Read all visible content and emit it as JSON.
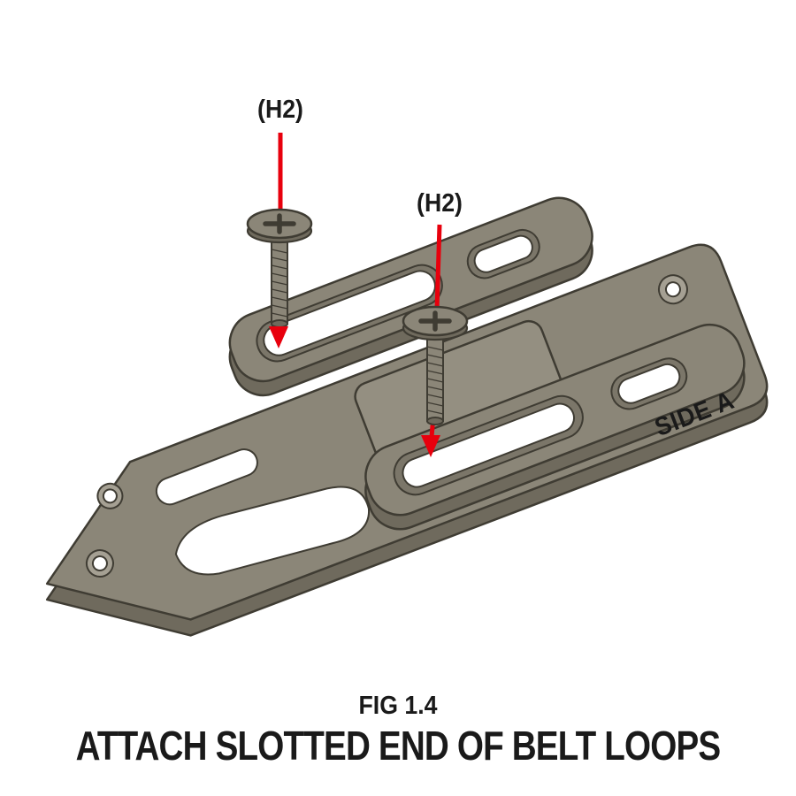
{
  "figure": {
    "fig_number": "FIG 1.4",
    "caption": "ATTACH SLOTTED END OF BELT LOOPS",
    "side_label": "SIDE A",
    "hardware_labels": [
      "(H2)",
      "(H2)"
    ]
  },
  "colors": {
    "background": "#ffffff",
    "text": "#1a1a1a",
    "arrow_red": "#e8000d",
    "part_fill": "#8b8678",
    "part_side": "#6f6a5d",
    "part_recess": "#7b7669",
    "part_boss": "#948f81",
    "hole_wall": "#a5a093",
    "outline": "#3f3c33"
  }
}
